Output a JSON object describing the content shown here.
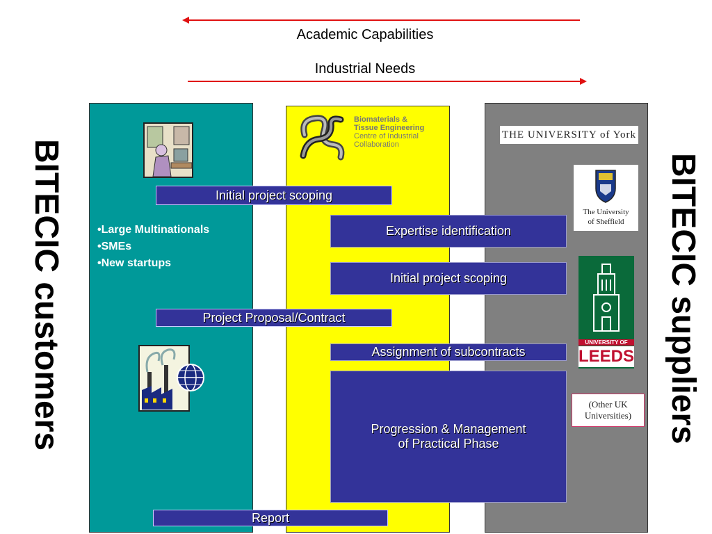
{
  "top": {
    "academic": "Academic Capabilities",
    "industrial": "Industrial Needs"
  },
  "side": {
    "left": "BITECIC customers",
    "right": "BITECIC suppliers"
  },
  "customers": {
    "bullets": [
      "•Large Multinationals",
      "•SMEs",
      "•New startups"
    ]
  },
  "process": {
    "initial_scoping_left": "Initial project scoping",
    "expertise": "Expertise identification",
    "initial_scoping_center": "Initial project scoping",
    "proposal": "Project Proposal/Contract",
    "assignment": "Assignment of subcontracts",
    "progression_line1": "Progression & Management",
    "progression_line2": "of Practical Phase",
    "report": "Report"
  },
  "bitecic_logo": {
    "line1": "Biomaterials &",
    "line2": "Tissue Engineering",
    "line3": "Centre of Industrial",
    "line4": "Collaboration"
  },
  "suppliers": {
    "york": "THE UNIVERSITY of York",
    "sheffield_line1": "The University",
    "sheffield_line2": "of Sheffield",
    "leeds_line1": "UNIVERSITY OF",
    "leeds_line2": "LEEDS",
    "other_line1": "(Other UK",
    "other_line2": "Universities)"
  },
  "colors": {
    "customers": "#009999",
    "center": "#ffff00",
    "suppliers": "#808080",
    "box": "#333399",
    "arrow": "#e01010"
  }
}
